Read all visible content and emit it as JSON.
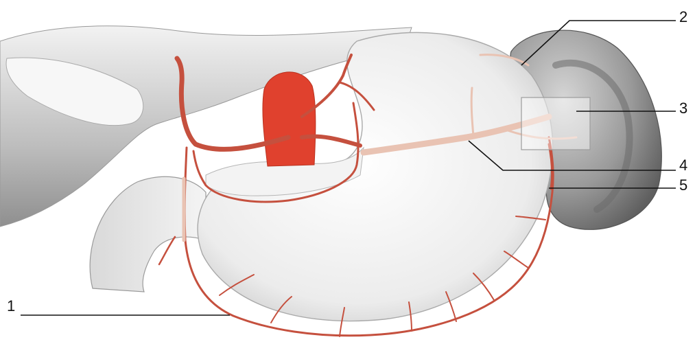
{
  "labels": [
    {
      "id": "1",
      "text": "1"
    },
    {
      "id": "2",
      "text": "2"
    },
    {
      "id": "3",
      "text": "3"
    },
    {
      "id": "4",
      "text": "4"
    },
    {
      "id": "5",
      "text": "5"
    }
  ],
  "colors": {
    "artery": "#c5503e",
    "aorta": "#e0412e",
    "pale_vessel": "#e9c3b3",
    "organ_fill": "#eeeeee",
    "spleen": "#8c8c8c",
    "leader_line": "#111111"
  }
}
